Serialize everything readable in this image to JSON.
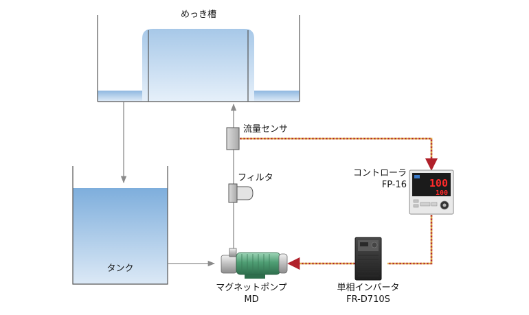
{
  "labels": {
    "plating_tank": "めっき槽",
    "flow_sensor": "流量センサ",
    "filter": "フィルタ",
    "controller_name": "コントローラ",
    "controller_model": "FP-16",
    "tank": "タンク",
    "pump_name": "マグネットポンプ",
    "pump_model": "MD",
    "inverter_name": "単相インバータ",
    "inverter_model": "FR-D710S"
  },
  "controller_display": {
    "upper": "100",
    "lower": "100"
  },
  "colors": {
    "water_top": "#b8d4ec",
    "water_bottom": "#6fa3d6",
    "pipe": "#8a8a8a",
    "signal_line": "#d4a44a",
    "signal_arrow": "#b0202a",
    "pump_body": "#5aa57e",
    "display_red": "#ff2a2a"
  }
}
